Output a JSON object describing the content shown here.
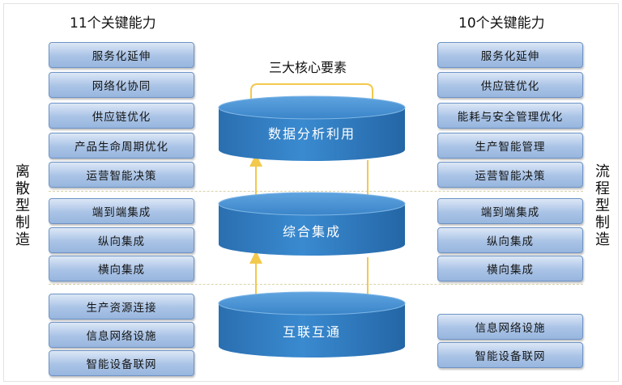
{
  "left_header": "11个关键能力",
  "right_header": "10个关键能力",
  "center_title": "三大核心要素",
  "left_side_label": "离散型制造",
  "right_side_label": "流程型制造",
  "cylinders": [
    "数据分析利用",
    "综合集成",
    "互联互通"
  ],
  "left_items": [
    "服务化延伸",
    "网络化协同",
    "供应链优化",
    "产品生命周期优化",
    "运营智能决策",
    "端到端集成",
    "纵向集成",
    "横向集成",
    "生产资源连接",
    "信息网络设施",
    "智能设备联网"
  ],
  "right_items": [
    "服务化延伸",
    "供应链优化",
    "能耗与安全管理优化",
    "生产智能管理",
    "运营智能决策",
    "端到端集成",
    "纵向集成",
    "横向集成",
    "信息网络设施",
    "智能设备联网"
  ],
  "colors": {
    "box_border": "#6d93c6",
    "cylinder": "#2f79bd",
    "arrow": "#f2c94c"
  }
}
